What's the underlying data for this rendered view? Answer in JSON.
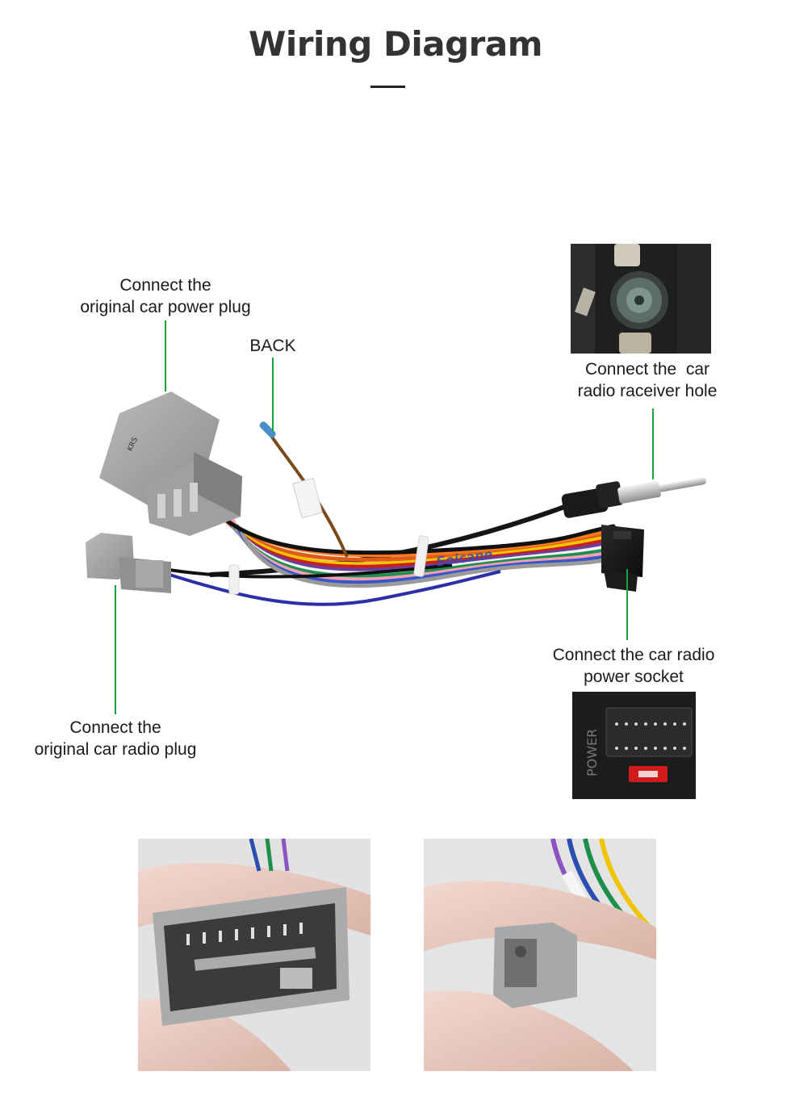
{
  "header": {
    "title": "Wiring Diagram"
  },
  "labels": {
    "power_plug": [
      "Connect the",
      "original car power plug"
    ],
    "back": "BACK",
    "receiver_hole": [
      "Connect the  car",
      "radio raceiver hole"
    ],
    "power_socket": [
      "Connect the car radio",
      "power socket"
    ],
    "radio_plug": [
      "Connect the",
      "original car radio plug"
    ]
  },
  "connector_marks": {
    "power_label": "POWER",
    "harness_brand": "Seicane",
    "plug_tag": "KRS"
  },
  "colors": {
    "leader_line": "#1aa33b",
    "connector_grey": "#9a9c9e",
    "title_text": "#333333"
  },
  "icons": [
    "antenna-jack-photo",
    "power-socket-photo",
    "harness-connector-photo"
  ]
}
